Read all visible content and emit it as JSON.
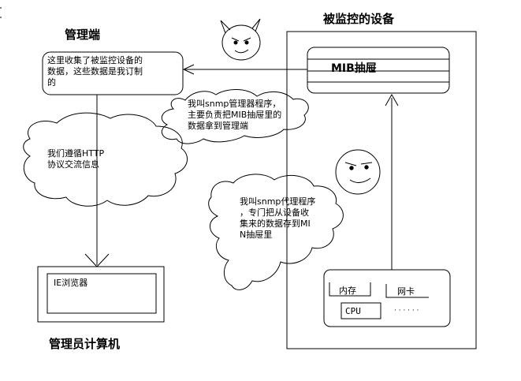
{
  "titles": {
    "device": "被监控的设备",
    "manager": "管理端",
    "admin_pc": "管理员计算机"
  },
  "manager_box": {
    "line1": "这里收集了被监控设备的",
    "line2": "数据，这些数据是我订制",
    "line3": "的"
  },
  "mib": {
    "label": "MIB抽屉"
  },
  "cloud_manager": {
    "line1": "我叫snmp管理器程序，",
    "line2": "主要负责把MIB抽屉里的",
    "line3": "数据拿到管理端"
  },
  "cloud_http": {
    "line1": "我们遵循HTTP",
    "line2": "协议交流信息"
  },
  "cloud_agent": {
    "line1": "我叫snmp代理程序",
    "line2": "，专门把从设备收",
    "line3": "集来的数据存到MI",
    "line4": "N抽屉里"
  },
  "browser": {
    "label": "IE浏览器"
  },
  "hardware": {
    "memory": "内存",
    "nic": "网卡",
    "cpu": "CPU",
    "more": "· · · · · ·"
  },
  "icons": [
    "devil-face-icon",
    "smiley-face-icon",
    "arrow-icon"
  ]
}
